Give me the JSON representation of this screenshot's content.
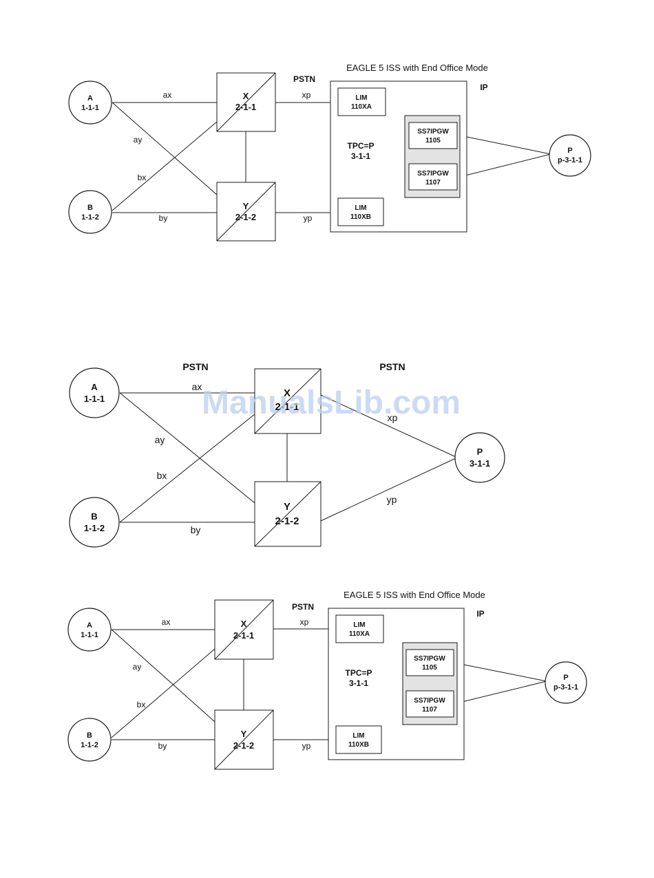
{
  "watermark": "ManualsLib.com",
  "diagram1": {
    "eagle_title": "EAGLE 5 ISS with End Office Mode",
    "ip_label": "IP",
    "pstn_label": "PSTN",
    "node_a": {
      "name": "A",
      "pc": "1-1-1"
    },
    "node_b": {
      "name": "B",
      "pc": "1-1-2"
    },
    "stp_x": {
      "name": "X",
      "pc": "2-1-1"
    },
    "stp_y": {
      "name": "Y",
      "pc": "2-1-2"
    },
    "node_p": {
      "name": "P",
      "pc": "p-3-1-1"
    },
    "lim_a": {
      "line1": "LIM",
      "line2": "110XA"
    },
    "lim_b": {
      "line1": "LIM",
      "line2": "110XB"
    },
    "tpc": {
      "line1": "TPC=P",
      "line2": "3-1-1"
    },
    "gw1": {
      "line1": "SS7IPGW",
      "line2": "1105"
    },
    "gw2": {
      "line1": "SS7IPGW",
      "line2": "1107"
    },
    "links": {
      "ax": "ax",
      "ay": "ay",
      "bx": "bx",
      "by": "by",
      "xp": "xp",
      "yp": "yp"
    }
  },
  "diagram2": {
    "pstn_left": "PSTN",
    "pstn_right": "PSTN",
    "node_a": {
      "name": "A",
      "pc": "1-1-1"
    },
    "node_b": {
      "name": "B",
      "pc": "1-1-2"
    },
    "stp_x": {
      "name": "X",
      "pc": "2-1-1"
    },
    "stp_y": {
      "name": "Y",
      "pc": "2-1-2"
    },
    "node_p": {
      "name": "P",
      "pc": "3-1-1"
    },
    "links": {
      "ax": "ax",
      "ay": "ay",
      "bx": "bx",
      "by": "by",
      "xp": "xp",
      "yp": "yp"
    }
  },
  "diagram3": {
    "eagle_title": "EAGLE 5 ISS with End Office Mode",
    "ip_label": "IP",
    "pstn_label": "PSTN",
    "node_a": {
      "name": "A",
      "pc": "1-1-1"
    },
    "node_b": {
      "name": "B",
      "pc": "1-1-2"
    },
    "stp_x": {
      "name": "X",
      "pc": "2-1-1"
    },
    "stp_y": {
      "name": "Y",
      "pc": "2-1-2"
    },
    "node_p": {
      "name": "P",
      "pc": "p-3-1-1"
    },
    "lim_a": {
      "line1": "LIM",
      "line2": "110XA"
    },
    "lim_b": {
      "line1": "LIM",
      "line2": "110XB"
    },
    "tpc": {
      "line1": "TPC=P",
      "line2": "3-1-1"
    },
    "gw1": {
      "line1": "SS7IPGW",
      "line2": "1105"
    },
    "gw2": {
      "line1": "SS7IPGW",
      "line2": "1107"
    },
    "links": {
      "ax": "ax",
      "ay": "ay",
      "bx": "bx",
      "by": "by",
      "xp": "xp",
      "yp": "yp"
    }
  }
}
